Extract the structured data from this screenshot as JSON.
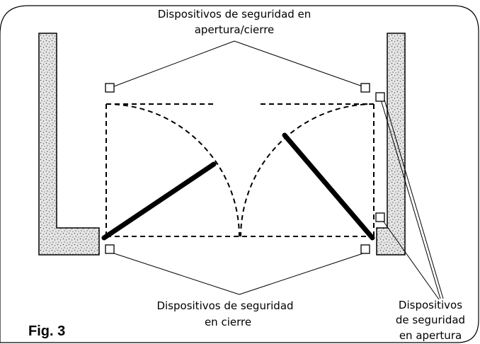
{
  "figure": {
    "label": "Fig. 3"
  },
  "labels": {
    "top_line1": "Dispositivos de seguridad en",
    "top_line2": "apertura/cierre",
    "bottom_line1": "Dispositivos de seguridad",
    "bottom_line2": "en cierre",
    "right_line1": "Dispositivos",
    "right_line2": "de seguridad",
    "right_line3": "en apertura"
  },
  "colors": {
    "ink": "#000000",
    "wall_fill": "#e2e2e2",
    "background": "#ffffff"
  }
}
